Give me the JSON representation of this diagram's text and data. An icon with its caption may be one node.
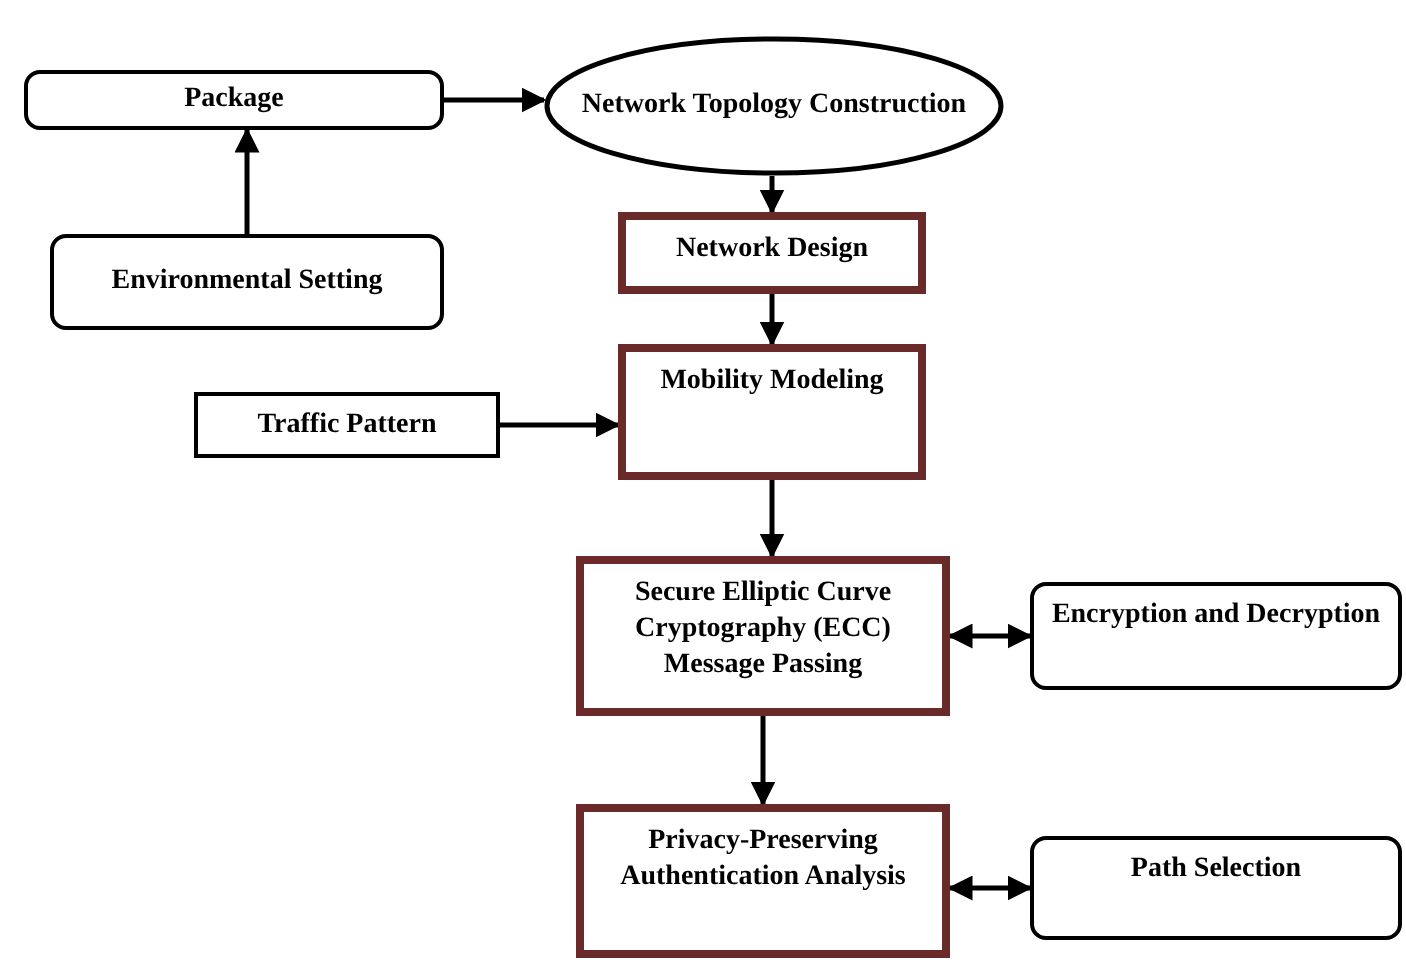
{
  "diagram": {
    "nodes": [
      {
        "text": [
          "Package"
        ]
      },
      {
        "text": [
          "Network Topology Construction"
        ]
      },
      {
        "text": [
          "Environmental Setting"
        ]
      },
      {
        "text": [
          "Network Design"
        ]
      },
      {
        "text": [
          "Mobility Modeling"
        ]
      },
      {
        "text": [
          "Traffic Pattern"
        ]
      },
      {
        "text": [
          "Secure Elliptic Curve Cryptography (ECC) Message Passing"
        ]
      },
      {
        "text": [
          "Encryption and Decryption"
        ]
      },
      {
        "text": [
          "Privacy-Preserving Authentication Analysis"
        ]
      },
      {
        "text": [
          "Path Selection"
        ]
      }
    ],
    "edges": [
      {
        "from": 2,
        "to": 0,
        "arrow": "to"
      },
      {
        "from": 0,
        "to": 1,
        "arrow": "to"
      },
      {
        "from": 1,
        "to": 3,
        "arrow": "to"
      },
      {
        "from": 3,
        "to": 4,
        "arrow": "to"
      },
      {
        "from": 5,
        "to": 4,
        "arrow": "to"
      },
      {
        "from": 4,
        "to": 6,
        "arrow": "to"
      },
      {
        "from": 6,
        "to": 7,
        "arrow": "both"
      },
      {
        "from": 6,
        "to": 8,
        "arrow": "to"
      },
      {
        "from": 8,
        "to": 9,
        "arrow": "both"
      }
    ]
  }
}
